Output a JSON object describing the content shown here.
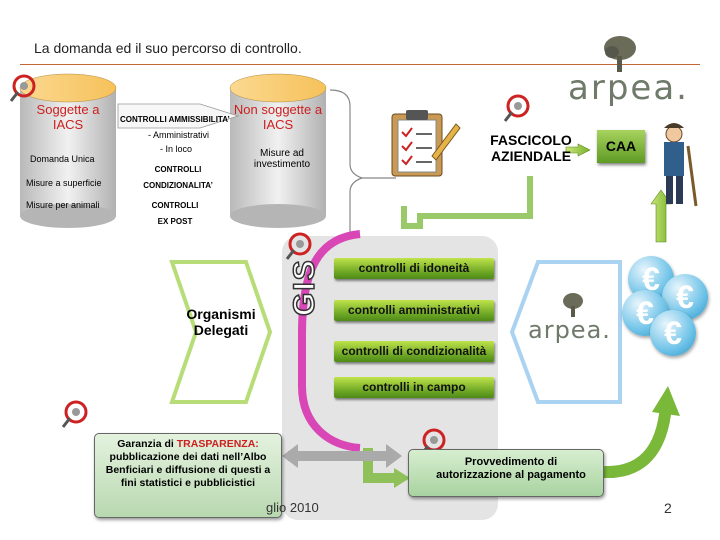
{
  "slide": {
    "title": "La domanda ed il suo percorso di controllo.",
    "footer_date": "glio 2010",
    "page_number": "2"
  },
  "logos": {
    "arpea_top": "arpea.",
    "arpea_mid": "arpea."
  },
  "cylinders": {
    "left": {
      "title": "Soggette a IACS",
      "items": [
        "Domanda Unica",
        "Misure a superficie",
        "Misure per animali"
      ]
    },
    "right": {
      "title": "Non soggette a IACS",
      "subtitle": "Misure ad investimento"
    }
  },
  "controls_header": {
    "ammissibilita": "CONTROLLI AMMISSIBILITA’",
    "amministrativi": "- Amministrativi",
    "in_loco": "- In loco",
    "condizionalita": "CONTROLLI CONDIZIONALITA’",
    "ex_post": "CONTROLLI EX POST"
  },
  "fascicolo": "FASCICOLO AZIENDALE",
  "caa": "CAA",
  "organismi": "Organismi Delegati",
  "gis": "GIS",
  "bars": [
    "controlli di idoneità",
    "controlli amministrativi",
    "controlli di condizionalità",
    "controlli in campo"
  ],
  "provvedimento": "Provvedimento di autorizzazione al pagamento",
  "garanzia": {
    "prefix": "Garanzia di ",
    "highlight": "TRASPARENZA:",
    "body": "pubblicazione dei dati nell’Albo Benficiari e diffusione di questi a fini statistici e pubblicistici"
  },
  "euro_symbol": "€",
  "colors": {
    "accent_red": "#cc2020",
    "bar_green": "#6aa423",
    "gis_magenta": "#d946b6",
    "euro_blue": "#4fb0de"
  }
}
